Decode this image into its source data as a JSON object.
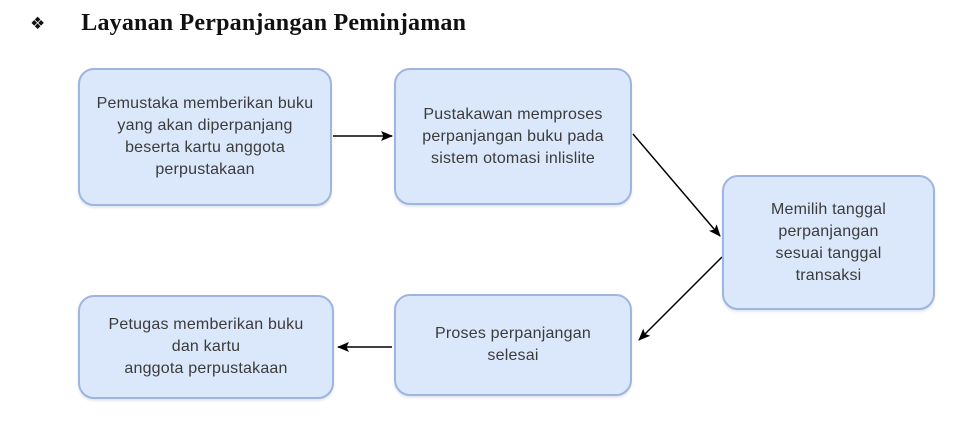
{
  "title": {
    "bullet": "❖",
    "text": "Layanan Perpanjangan Peminjaman"
  },
  "flowchart": {
    "nodes": [
      {
        "id": "step-1",
        "lines": [
          "Pemustaka memberikan buku",
          "yang akan diperpanjang",
          "beserta kartu anggota",
          "perpustakaan"
        ]
      },
      {
        "id": "step-2",
        "lines": [
          "Pustakawan memproses",
          "perpanjangan buku pada",
          "sistem otomasi inlislite"
        ]
      },
      {
        "id": "step-3",
        "lines": [
          "Memilih tanggal",
          "perpanjangan",
          "sesuai tanggal",
          "transaksi"
        ]
      },
      {
        "id": "step-4",
        "lines": [
          "Proses perpanjangan",
          "selesai"
        ]
      },
      {
        "id": "step-5",
        "lines": [
          "Petugas memberikan buku",
          "dan kartu",
          "anggota perpustakaan"
        ]
      }
    ],
    "edges": [
      {
        "from": "step-1",
        "to": "step-2"
      },
      {
        "from": "step-2",
        "to": "step-3"
      },
      {
        "from": "step-3",
        "to": "step-4"
      },
      {
        "from": "step-4",
        "to": "step-5"
      }
    ],
    "colors": {
      "node_fill": "#dbe8fb",
      "node_border": "#9fb5de",
      "arrow": "#000000",
      "text": "#3b3b3b"
    }
  }
}
